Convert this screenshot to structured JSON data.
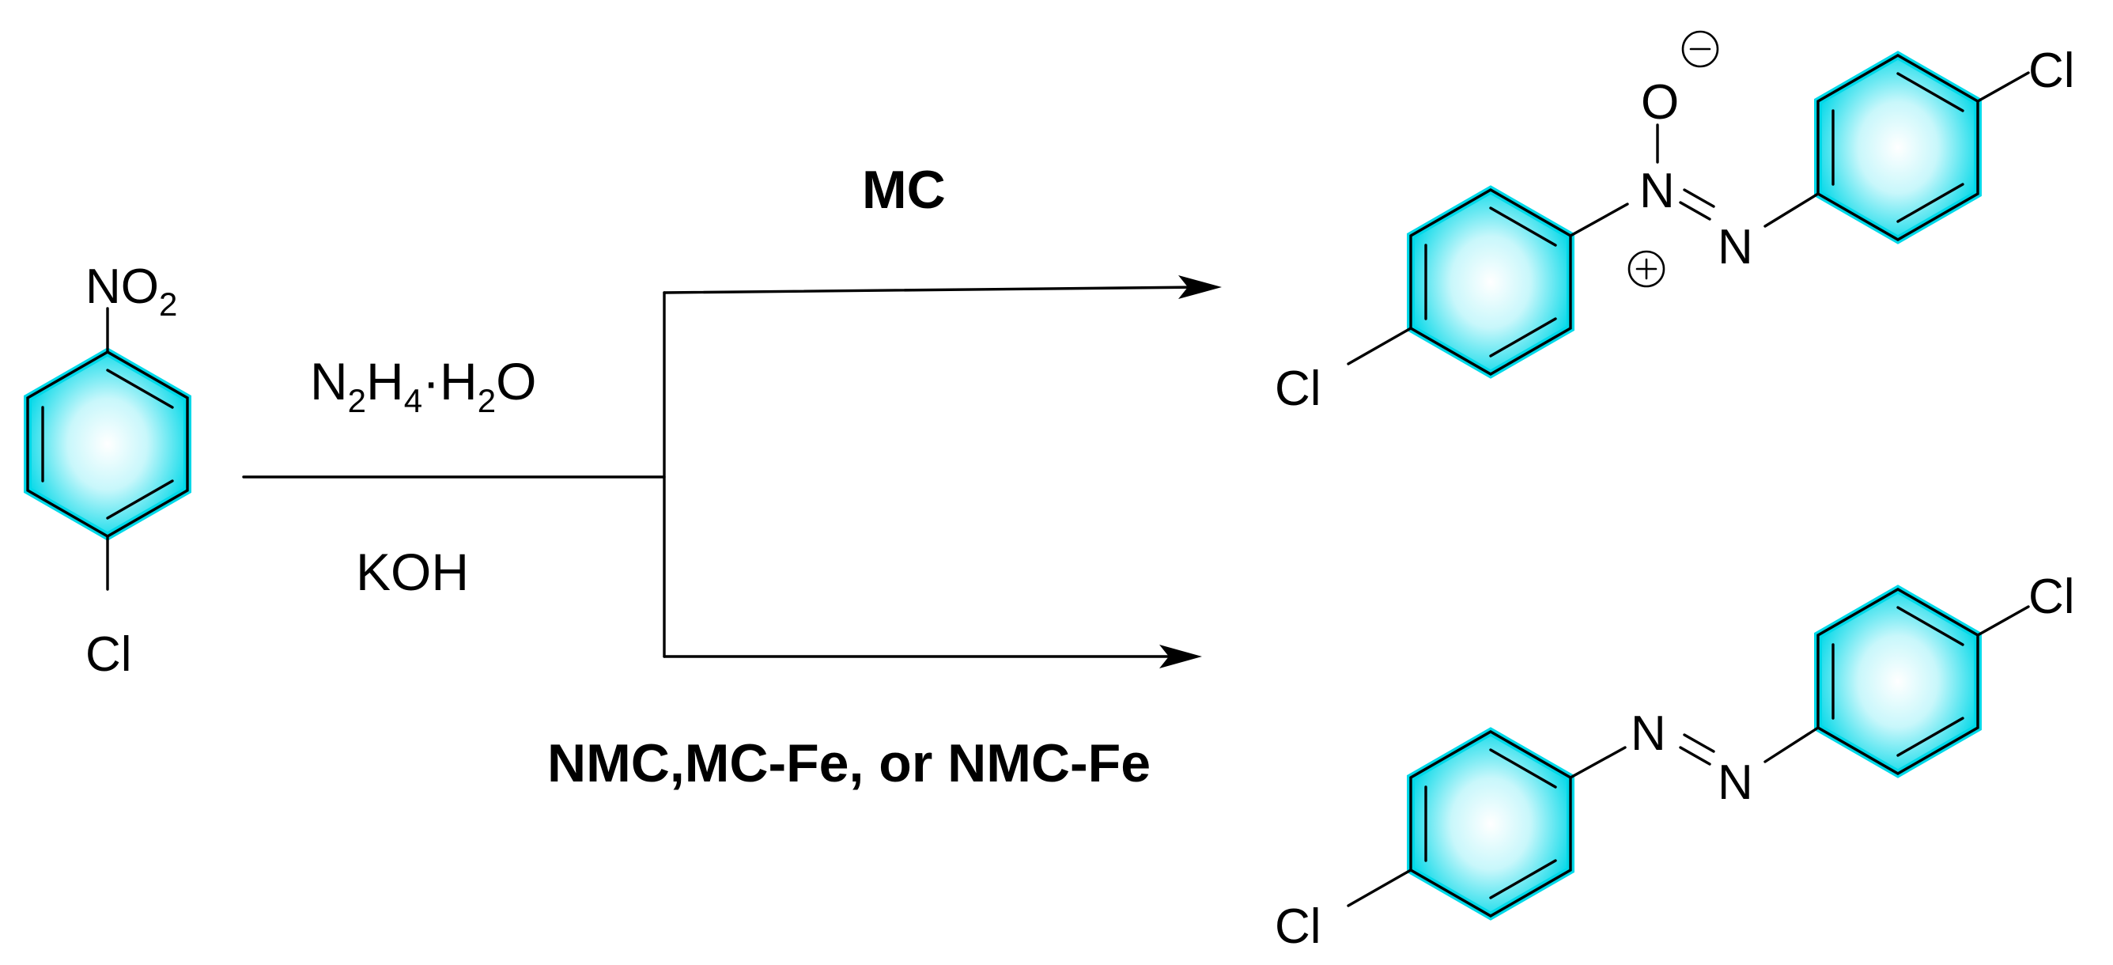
{
  "reagents": {
    "hydrazine": {
      "base": "N",
      "sub1": "2",
      "mid": "H",
      "sub2": "4",
      "dot": "·",
      "water_h": "H",
      "sub3": "2",
      "water_o": "O"
    },
    "base": "KOH"
  },
  "catalysts": {
    "upper": "MC",
    "lower": "NMC,MC-Fe, or NMC-Fe"
  },
  "reactant": {
    "nitro_n": "NO",
    "nitro_sub": "2",
    "cl": "Cl"
  },
  "product_azoxy": {
    "o": "O",
    "n1": "N",
    "n2": "N",
    "cl_right": "Cl",
    "cl_left": "Cl",
    "minus": "−",
    "plus": "+"
  },
  "product_azo": {
    "n1": "N",
    "n2": "N",
    "cl_right": "Cl",
    "cl_left": "Cl"
  },
  "colors": {
    "ring_fill": "#00d8e8",
    "ring_highlight": "#ffffff",
    "line": "#000000"
  }
}
